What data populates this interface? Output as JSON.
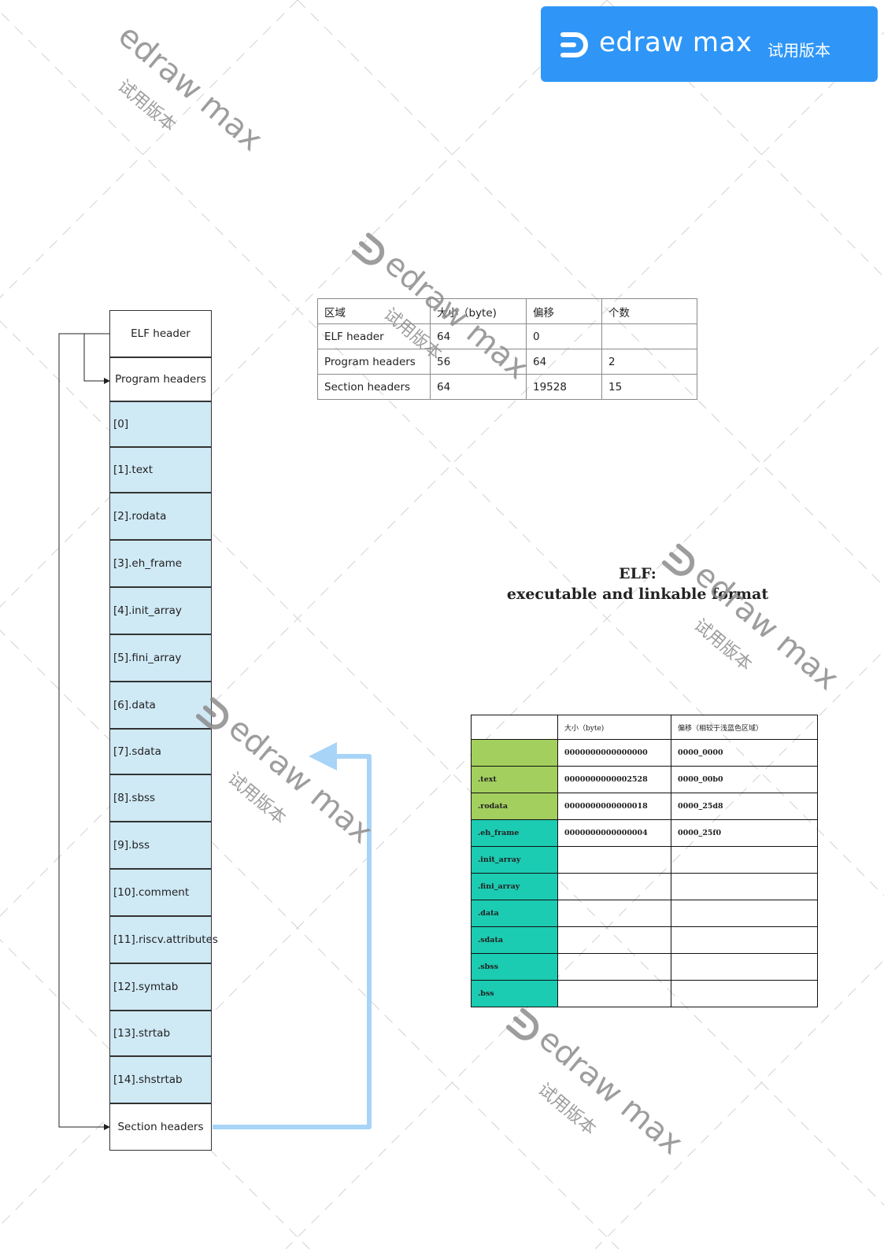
{
  "banner": {
    "brand": "edraw max",
    "trial": "试用版本",
    "color": "#2f96f7"
  },
  "elf_column": {
    "header_cells": [
      "ELF header",
      "Program headers"
    ],
    "sections": [
      "[0]",
      "[1].text",
      "[2].rodata",
      "[3].eh_frame",
      "[4].init_array",
      "[5].fini_array",
      "[6].data",
      "[7].sdata",
      "[8].sbss",
      "[9].bss",
      "[10].comment",
      "[11].riscv.attributes",
      "[12].symtab",
      "[13].strtab",
      "[14].shstrtab"
    ],
    "footer_cell": "Section headers",
    "section_color": "#cfe9f5"
  },
  "summary_table": {
    "headers": [
      "区域",
      "大小（byte)",
      "偏移",
      "个数"
    ],
    "rows": [
      [
        "ELF header",
        "64",
        "0",
        ""
      ],
      [
        "Program headers",
        "56",
        "64",
        "2"
      ],
      [
        "Section headers",
        "64",
        "19528",
        "15"
      ]
    ]
  },
  "title": {
    "line1": "ELF:",
    "line2": "executable and linkable format"
  },
  "detail_table": {
    "headers": [
      "",
      "大小（byte)",
      "偏移（相较于浅蓝色区域）"
    ],
    "rows": [
      [
        "",
        "0000000000000000",
        "0000_0000",
        "green"
      ],
      [
        ".text",
        "0000000000002528",
        "0000_00b0",
        "green"
      ],
      [
        ".rodata",
        "0000000000000018",
        "0000_25d8",
        "green"
      ],
      [
        ".eh_frame",
        "0000000000000004",
        "0000_25f0",
        "teal"
      ],
      [
        ".init_array",
        "",
        "",
        "teal"
      ],
      [
        ".fini_array",
        "",
        "",
        "teal"
      ],
      [
        ".data",
        "",
        "",
        "teal"
      ],
      [
        ".sdata",
        "",
        "",
        "teal"
      ],
      [
        ".sbss",
        "",
        "",
        "teal"
      ],
      [
        ".bss",
        "",
        "",
        "teal"
      ]
    ],
    "green_color": "#a3cf5e",
    "teal_color": "#1bcbb2"
  },
  "watermark": {
    "text": "edraw max",
    "sub": "试用版本"
  }
}
